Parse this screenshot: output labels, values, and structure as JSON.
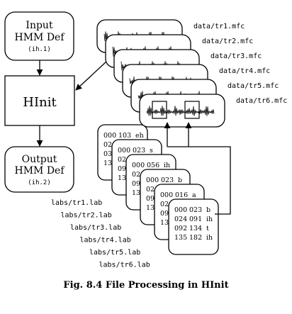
{
  "input_box": {
    "line1": "Input",
    "line2": "HMM Def",
    "line3": "(ih.1)"
  },
  "process_box": {
    "label": "HInit"
  },
  "output_box": {
    "line1": "Output",
    "line2": "HMM Def",
    "line3": "(ih.2)"
  },
  "data_files": [
    "data/tr1.mfc",
    "data/tr2.mfc",
    "data/tr3.mfc",
    "data/tr4.mfc",
    "data/tr5.mfc",
    "data/tr6.mfc"
  ],
  "label_files": [
    "labs/tr1.lab",
    "labs/tr2.lab",
    "labs/tr3.lab",
    "labs/tr4.lab",
    "labs/tr5.lab",
    "labs/tr6.lab"
  ],
  "label_cards": [
    [
      [
        "000",
        "103",
        "eh"
      ],
      [
        "02",
        "",
        ""
      ],
      [
        "03",
        "",
        ""
      ],
      [
        "13",
        "",
        ""
      ]
    ],
    [
      [
        "000",
        "023",
        "s"
      ],
      [
        "02",
        "",
        ""
      ],
      [
        "09",
        "",
        ""
      ],
      [
        "13",
        "",
        ""
      ]
    ],
    [
      [
        "000",
        "056",
        "ih"
      ],
      [
        "02",
        "",
        ""
      ],
      [
        "09",
        "",
        ""
      ],
      [
        "13",
        "",
        ""
      ]
    ],
    [
      [
        "000",
        "023",
        "b"
      ],
      [
        "02",
        "",
        ""
      ],
      [
        "09",
        "",
        ""
      ],
      [
        "13",
        "",
        ""
      ]
    ],
    [
      [
        "000",
        "016",
        "a"
      ],
      [
        "02",
        "",
        ""
      ],
      [
        "09",
        "",
        ""
      ],
      [
        "13",
        "",
        ""
      ]
    ],
    [
      [
        "000",
        "023",
        "b"
      ],
      [
        "024",
        "091",
        "ih"
      ],
      [
        "092",
        "134",
        "t"
      ],
      [
        "135",
        "182",
        "ih"
      ]
    ]
  ],
  "caption": "Fig. 8.4  File Processing in HInit"
}
